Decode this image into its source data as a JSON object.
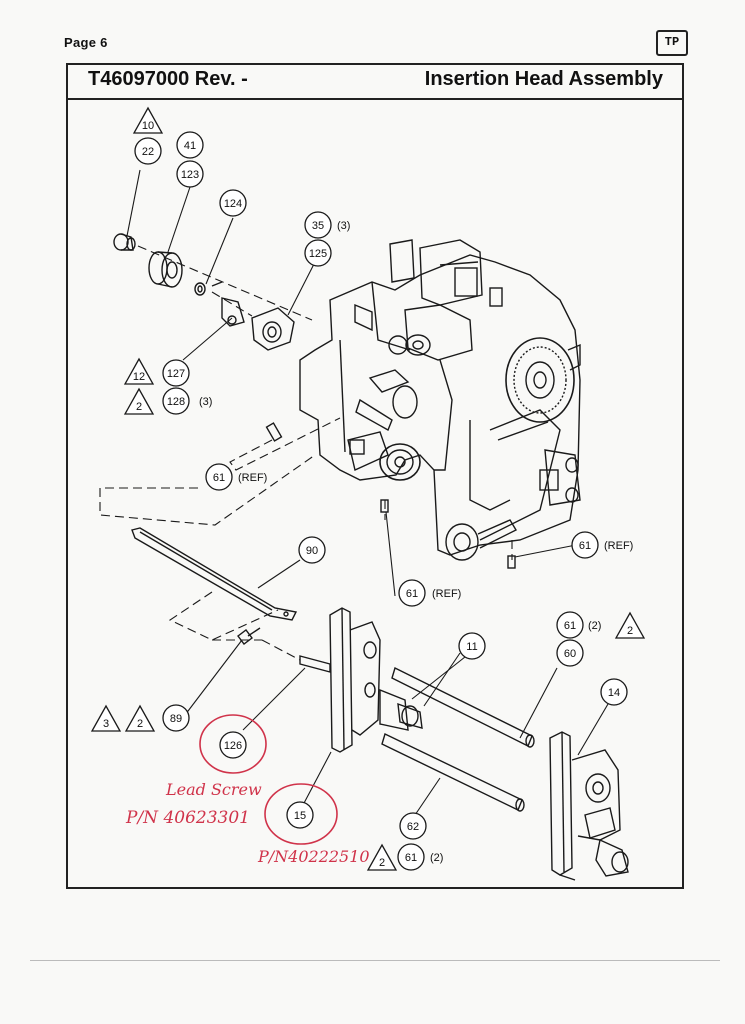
{
  "header": {
    "page_label": "Page 6",
    "logo_text": "TP",
    "doc_number": "T46097000 Rev. -",
    "doc_title": "Insertion Head Assembly"
  },
  "callouts": [
    {
      "id": "c10",
      "label": "10",
      "shape": "triangle"
    },
    {
      "id": "c22",
      "label": "22",
      "shape": "circle"
    },
    {
      "id": "c41",
      "label": "41",
      "shape": "circle"
    },
    {
      "id": "c123",
      "label": "123",
      "shape": "circle"
    },
    {
      "id": "c124",
      "label": "124",
      "shape": "circle"
    },
    {
      "id": "c35",
      "label": "35",
      "shape": "circle",
      "qty": "(3)"
    },
    {
      "id": "c125",
      "label": "125",
      "shape": "circle"
    },
    {
      "id": "c12",
      "label": "12",
      "shape": "triangle"
    },
    {
      "id": "c127",
      "label": "127",
      "shape": "circle"
    },
    {
      "id": "c2a",
      "label": "2",
      "shape": "triangle"
    },
    {
      "id": "c128",
      "label": "128",
      "shape": "circle",
      "qty": "(3)"
    },
    {
      "id": "c61a",
      "label": "61",
      "shape": "circle",
      "qty": "(REF)"
    },
    {
      "id": "c61b",
      "label": "61",
      "shape": "circle",
      "qty": "(REF)"
    },
    {
      "id": "c61c",
      "label": "61",
      "shape": "circle",
      "qty": "(REF)"
    },
    {
      "id": "c90",
      "label": "90",
      "shape": "circle"
    },
    {
      "id": "c61d",
      "label": "61",
      "shape": "circle",
      "qty": "(2)"
    },
    {
      "id": "c2b",
      "label": "2",
      "shape": "triangle"
    },
    {
      "id": "c11",
      "label": "11",
      "shape": "circle"
    },
    {
      "id": "c60",
      "label": "60",
      "shape": "circle"
    },
    {
      "id": "c14",
      "label": "14",
      "shape": "circle"
    },
    {
      "id": "c3",
      "label": "3",
      "shape": "triangle"
    },
    {
      "id": "c2c",
      "label": "2",
      "shape": "triangle"
    },
    {
      "id": "c89",
      "label": "89",
      "shape": "circle"
    },
    {
      "id": "c126",
      "label": "126",
      "shape": "circle"
    },
    {
      "id": "c15",
      "label": "15",
      "shape": "circle"
    },
    {
      "id": "c62",
      "label": "62",
      "shape": "circle"
    },
    {
      "id": "c2d",
      "label": "2",
      "shape": "triangle"
    },
    {
      "id": "c61e",
      "label": "61",
      "shape": "circle",
      "qty": "(2)"
    }
  ],
  "handwritten_notes": {
    "lead_screw": "Lead Screw",
    "pn_lead_screw": "P/N 40623301",
    "pn_item15": "P/N40222510"
  },
  "colors": {
    "ink": "#1a1a1a",
    "annotation_red": "#d0334a",
    "paper": "#f9f9f7"
  }
}
